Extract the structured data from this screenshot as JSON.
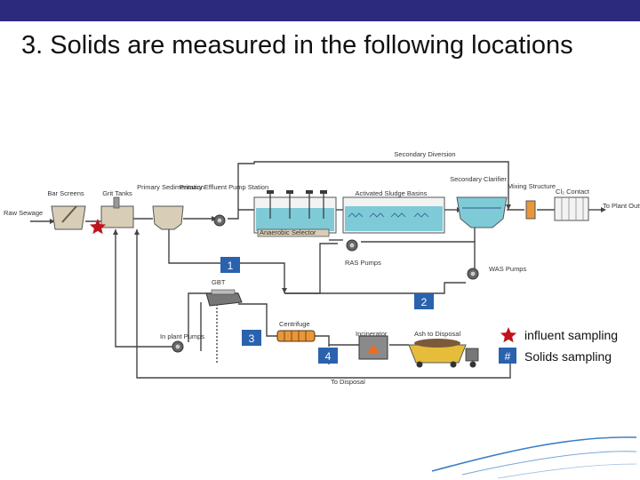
{
  "slide": {
    "title": "3. Solids are measured in the following locations"
  },
  "diagram": {
    "labels": {
      "secondary_diversion": "Secondary Diversion",
      "bar_screens": "Bar Screens",
      "grit_tanks": "Grit Tanks",
      "primary_sedimentation": "Primary Sedimentation",
      "primary_effluent_pump_station": "Primary Effluent Pump Station",
      "activated_sludge_basins": "Activated Sludge Basins",
      "secondary_clarifier": "Secondary Clarifier",
      "mixing_structure": "Mixing Structure",
      "cl2_contact": "Cl₂ Contact",
      "to_plant_outfalls": "To Plant Outfalls",
      "raw_sewage": "Raw Sewage",
      "anaerobic_selector": "Anaerobic Selector",
      "ras_pumps": "RAS Pumps",
      "was_pumps": "WAS Pumps",
      "gbt": "GBT",
      "centrifuge": "Centrifuge",
      "incinerator": "Incinerator",
      "ash_to_disposal": "Ash to Disposal",
      "in_plant_pumps": "In plant Pumps",
      "to_disposal": "To Disposal"
    },
    "points": [
      "1",
      "2",
      "3",
      "4"
    ],
    "legend": {
      "star_label": "influent sampling",
      "hash_symbol": "#",
      "hash_label": "Solids sampling"
    },
    "colors": {
      "header_bar": "#2b2a7c",
      "marker_blue": "#2a62ad",
      "star_red": "#c0141c",
      "basin_water": "#7fcad7",
      "swoosh": "#3c7fc4"
    }
  }
}
